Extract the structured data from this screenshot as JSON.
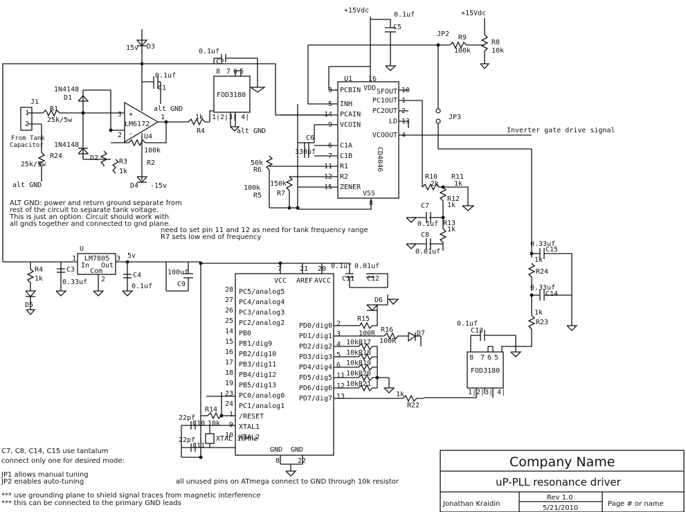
{
  "supply": {
    "vdc15_a": "+15Vdc",
    "vdc15_b": "+15Vdc",
    "v15": "15v",
    "vm15": "-15v",
    "v5": "5v"
  },
  "labels": {
    "d3": "D3",
    "d1": "D1",
    "d2": "D2",
    "d4": "D4",
    "d5": "D5",
    "d6": "D6",
    "d7": "D7",
    "n4148a": "1N4148",
    "n4148b": "1N4148",
    "c1": "C1",
    "c2": "C2",
    "c3": "C3",
    "c4": "C4",
    "c5": "C5",
    "c6": "C6",
    "c7": "C7",
    "c8": "C8",
    "c9": "C9",
    "c10": "C10",
    "c11": "C11",
    "c12": "C12",
    "c13": "C13",
    "c14": "C14",
    "c15": "C15",
    "r1": "R1",
    "r2": "R2",
    "r3": "R3",
    "r4": "R4",
    "r4b": "R4",
    "r5": "R5",
    "r6": "R6",
    "r7": "R7",
    "r8": "R8",
    "r9": "R9",
    "r10": "R10",
    "r11": "R11",
    "r12": "R12",
    "r13": "R13",
    "r14": "R14",
    "r15": "R15",
    "r16": "R16",
    "r17": "R17",
    "r18": "R18",
    "r19": "R19",
    "r20": "R20",
    "r21": "R21",
    "r22": "R22",
    "r23": "R23",
    "r24": "R24",
    "r24b": "R24",
    "j1": "J1",
    "jp2": "JP2",
    "jp3": "JP3",
    "u1": "U1",
    "u4": "U4",
    "u": "U",
    "xtal": "XTAL 16Mhz",
    "v01a": "0.1uf",
    "v01b": "0.1uf",
    "v01c": "0.1uf",
    "v01d": "0.1uf",
    "v01e": "0.1uf",
    "v01f": "0.1uf",
    "v01g": "0.1uf",
    "v01h": "0.01uf",
    "v01i": "0.01uf",
    "v033a": "0.33uf",
    "v033b": "0.33uf",
    "v033c": "0.33uf",
    "v100": "100uf",
    "v330": "330pf",
    "v22a": "22pf",
    "v22b": "22pf",
    "r1v": "25k/5w",
    "r24v": "25k/5w",
    "r3v": "1k",
    "r2v": "100k",
    "r4v": "1k",
    "r4bv": "1k",
    "r6v": "50k",
    "r5v": "100k",
    "r7v": "150k",
    "r9v": "100k",
    "r8v": "10k",
    "r10v": "2k",
    "r11v": "1k",
    "r12v": "1k",
    "r13v": "1k",
    "r14v": "10k",
    "r15v": "100R",
    "r16v": "100R",
    "r17v": "10k",
    "r18v": "10k",
    "r19v": "10k",
    "r20v": "10k",
    "r21v": "10k",
    "r22v": "1k",
    "r23v": "1k",
    "r24bv": "1k",
    "lm6172": "LM6172",
    "lm7805": "LM7805",
    "in": "In",
    "out": "Out",
    "com": "Com",
    "fod1": "FOD3180",
    "fod2": "FOD3180",
    "cd4046": "CD4046",
    "altgnd1": "alt GND",
    "altgnd2": "alt GND",
    "altgnd3": "alt GND",
    "from_tank1": "From Tank",
    "from_tank2": "Capacitor",
    "inverter": "Inverter gate drive signal"
  },
  "cd4046_pins": {
    "left": [
      {
        "num": "3",
        "name": "PCBIN"
      },
      {
        "num": "5",
        "name": "INH"
      },
      {
        "num": "14",
        "name": "PCAIN"
      },
      {
        "num": "9",
        "name": "VCOIN"
      },
      {
        "num": "6",
        "name": "C1A"
      },
      {
        "num": "7",
        "name": "C1B"
      },
      {
        "num": "11",
        "name": "R1"
      },
      {
        "num": "12",
        "name": "R2"
      },
      {
        "num": "15",
        "name": "ZENER"
      }
    ],
    "right": [
      {
        "num": "1",
        "name": "PC1OUT"
      },
      {
        "num": "2",
        "name": "PC2OUT"
      },
      {
        "num": "13",
        "name": "LD"
      },
      {
        "num": "4",
        "name": "VCOOUT"
      }
    ],
    "top": [
      {
        "num": "16",
        "name": "VDD"
      },
      {
        "num": "10",
        "name": "SFOUT"
      }
    ],
    "bottom": {
      "num": "8",
      "name": "VSS"
    }
  },
  "atmega_pins": {
    "top": [
      {
        "num": "7",
        "name": "VCC"
      },
      {
        "num": "21",
        "name": "AREF"
      },
      {
        "num": "20",
        "name": "AVCC"
      }
    ],
    "left": [
      {
        "num": "28",
        "name": "PC5/analog5"
      },
      {
        "num": "27",
        "name": "PC4/analog4"
      },
      {
        "num": "26",
        "name": "PC3/analog3"
      },
      {
        "num": "25",
        "name": "PC2/analog2"
      },
      {
        "num": "14",
        "name": "PB0"
      },
      {
        "num": "15",
        "name": "PB1/dig9"
      },
      {
        "num": "16",
        "name": "PB2/dig10"
      },
      {
        "num": "17",
        "name": "PB3/dig11"
      },
      {
        "num": "18",
        "name": "PB4/dig12"
      },
      {
        "num": "19",
        "name": "PB5/dig13"
      },
      {
        "num": "23",
        "name": "PC0/analog0"
      },
      {
        "num": "24",
        "name": "PC1/analog1"
      },
      {
        "num": "1",
        "name": "/RESET"
      },
      {
        "num": "9",
        "name": "XTAL1"
      },
      {
        "num": "10",
        "name": "XTAL2"
      }
    ],
    "right": [
      {
        "num": "2",
        "name": "PD0/dig0"
      },
      {
        "num": "3",
        "name": "PD1/dig1"
      },
      {
        "num": "4",
        "name": "PD2/dig2"
      },
      {
        "num": "5",
        "name": "PD3/dig3"
      },
      {
        "num": "6",
        "name": "PD4/dig4"
      },
      {
        "num": "11",
        "name": "PD5/dig5"
      },
      {
        "num": "12",
        "name": "PD6/dig6"
      },
      {
        "num": "13",
        "name": "PD7/dig7"
      }
    ],
    "bottom": [
      {
        "num": "8",
        "name": "GND"
      },
      {
        "num": "22",
        "name": "GND"
      }
    ]
  },
  "notes": {
    "alt_gnd": [
      "ALT GND: power and return ground separate from",
      "rest of the circuit to separate tank voltage.",
      "This is just an option.  Circuit should work with",
      "all gnds together and connected to gnd plane."
    ],
    "pins": [
      "need to set pin 11 and 12 as need for tank frequency range",
      "R7 sets low end of frequency"
    ],
    "tantalum": [
      "C7, C8, C14, C15 use tantalum",
      "connect only one for desired mode:",
      "",
      "JP1 allows manual tuning",
      "JP2 enables auto-tuning"
    ],
    "unused": "all unused pins on ATmega connect to GND through 10k resistor",
    "shield": [
      "*** use grounding plane to shield signal traces from magnetic interference",
      "*** this can be connected to the primary GND leads"
    ]
  },
  "title_block": {
    "company": "Company Name",
    "title": "uP-PLL resonance driver",
    "author": "Jonathan Kraidin",
    "rev": "Rev 1.0",
    "date": "5/21/2010",
    "page": "Page # or name"
  }
}
